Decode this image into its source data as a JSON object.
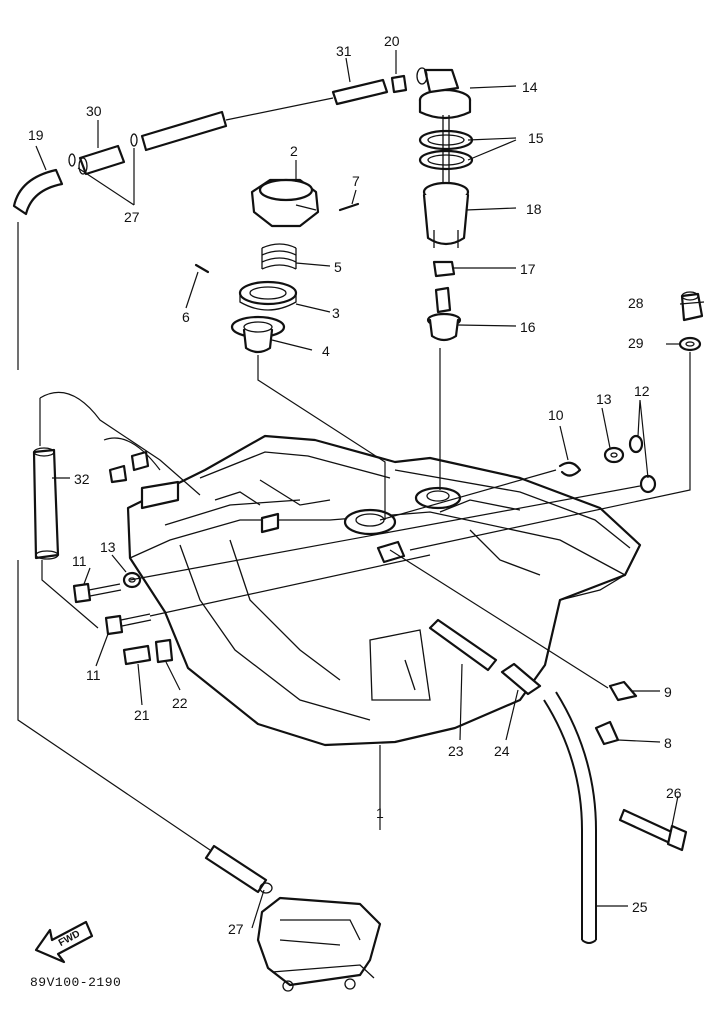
{
  "diagram": {
    "code": "89V100-2190",
    "fwd_label": "FWD",
    "callouts": {
      "c1": "1",
      "c2": "2",
      "c3": "3",
      "c4": "4",
      "c5": "5",
      "c6": "6",
      "c7": "7",
      "c8": "8",
      "c9": "9",
      "c10": "10",
      "c11a": "11",
      "c11b": "11",
      "c12": "12",
      "c13a": "13",
      "c13b": "13",
      "c14": "14",
      "c15": "15",
      "c16": "16",
      "c17": "17",
      "c18": "18",
      "c19": "19",
      "c20": "20",
      "c21": "21",
      "c22": "22",
      "c23": "23",
      "c24": "24",
      "c25": "25",
      "c26": "26",
      "c27a": "27",
      "c27b": "27",
      "c28": "28",
      "c29": "29",
      "c30": "30",
      "c31": "31",
      "c32": "32"
    }
  }
}
